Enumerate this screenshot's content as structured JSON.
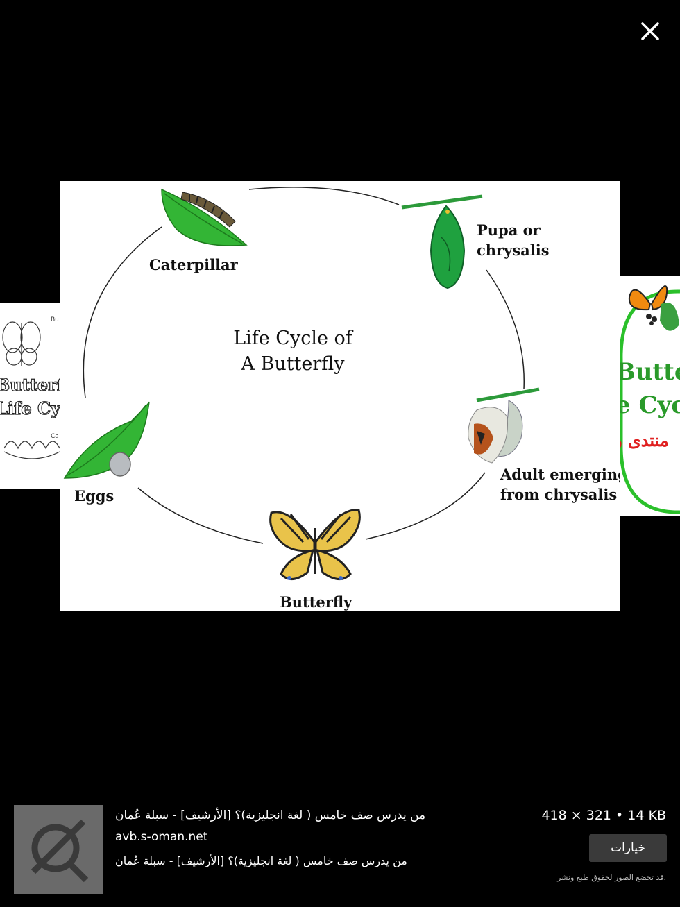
{
  "viewer": {
    "close_icon": "close-icon"
  },
  "image": {
    "title_line1": "Life Cycle of",
    "title_line2": "A Butterfly",
    "stages": {
      "caterpillar": "Caterpillar",
      "pupa_line1": "Pupa or",
      "pupa_line2": "chrysalis",
      "adult_line1": "Adult emerging",
      "adult_line2": "from chrysalis",
      "butterfly": "Butterfly",
      "eggs": "Eggs"
    }
  },
  "thumbnails": {
    "left": {
      "line1": "Butterfly",
      "line2": "Life Cycle",
      "tag1": "Bu",
      "tag2": "Ca"
    },
    "right": {
      "line1": "Butterfl",
      "line2": "e Cyc",
      "line3": "منتدى ر"
    }
  },
  "info": {
    "title": "من يدرس صف خامس ( لغة انجليزية)؟ [الأرشيف] - سبلة عُمان",
    "domain": "avb.s-oman.net",
    "caption": "من يدرس صف خامس ( لغة انجليزية)؟ [الأرشيف] - سبلة عُمان",
    "dimensions": "418 × 321 • 14 KB",
    "options_label": "خيارات",
    "notice": "قد تخضع الصور لحقوق طبع ونشر."
  },
  "colors": {
    "background": "#000000",
    "leaf_green": "#2fb82f",
    "chrysalis_green": "#1e9a3c",
    "thumb_right_green": "#2a9a2a",
    "thumb_right_red": "#e02020"
  }
}
